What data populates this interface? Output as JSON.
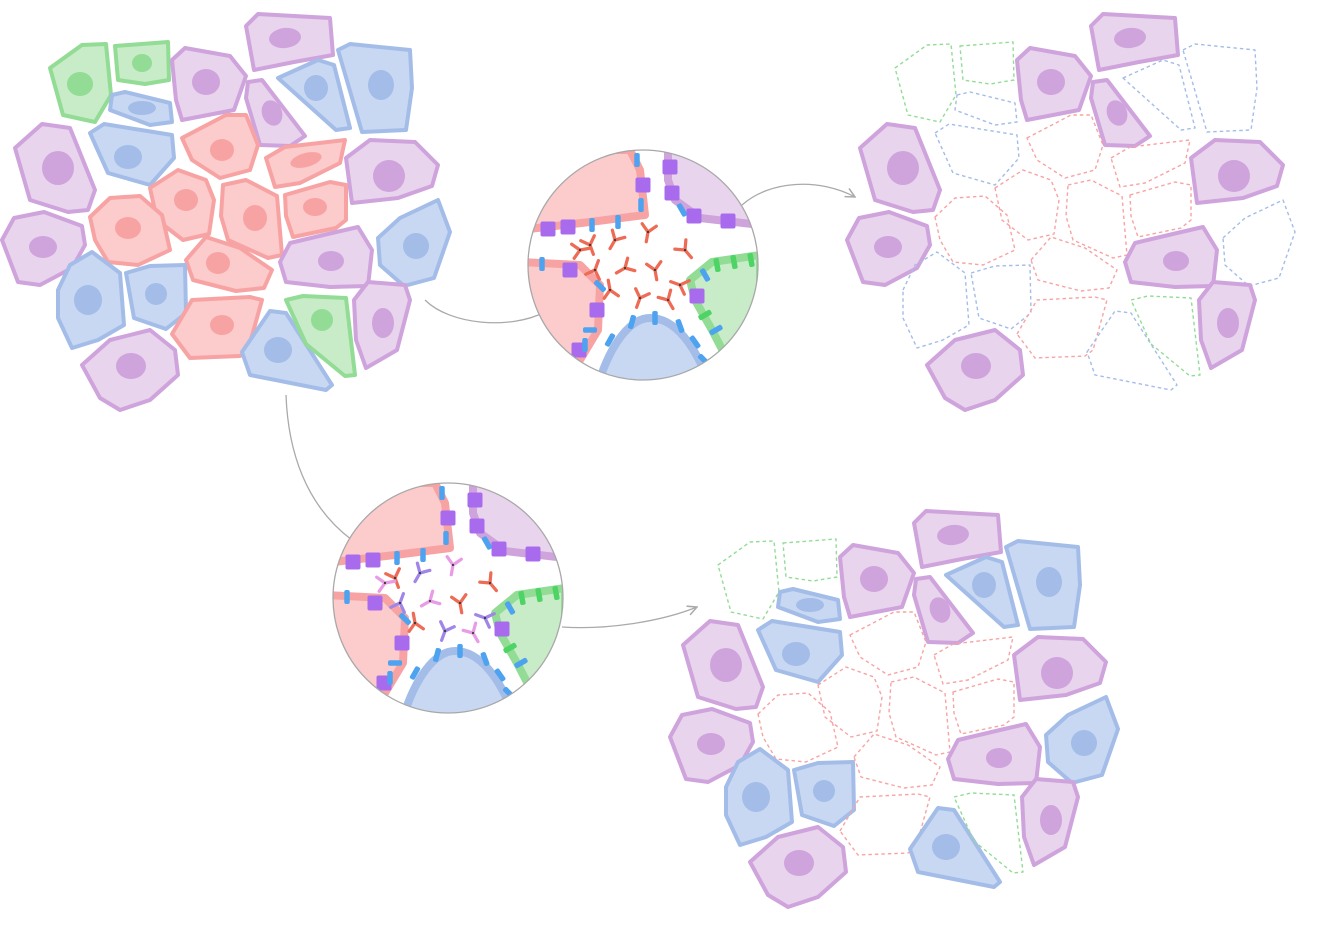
{
  "palette": {
    "purple": {
      "fill": "#e8d4ec",
      "stroke": "#cfa3dc",
      "nucleus": "#cfa3dc"
    },
    "blue": {
      "fill": "#c8d8f2",
      "stroke": "#a3bde8",
      "nucleus": "#a3bde8"
    },
    "red": {
      "fill": "#fccbcb",
      "stroke": "#f8a3a3",
      "nucleus": "#f8a3a3"
    },
    "green": {
      "fill": "#c8ecc8",
      "stroke": "#92dc95",
      "nucleus": "#92dc95"
    },
    "receptor_blue": "#4da3f0",
    "receptor_purple": "#a86bee",
    "receptor_green": "#4dd465",
    "antibody_red": "#ee6b55",
    "antibody_violet": "#9f86e8",
    "antibody_pink": "#e89ce6",
    "connector": "#aaaaaa",
    "zoom_border": "#a8a8a8"
  },
  "icons": {
    "cell": "epithelial-cell-icon",
    "nucleus": "nucleus-icon",
    "ghost_cell": "depleted-cell-outline-icon",
    "antibody": "y-shaped-antibody-icon",
    "receptor": "membrane-receptor-icon"
  },
  "panels": [
    {
      "name": "mixed-tissue",
      "shows": [
        "purple",
        "blue",
        "red",
        "green"
      ]
    },
    {
      "name": "zoom-top",
      "antibodies": [
        "antibody_red"
      ]
    },
    {
      "name": "result-top",
      "retained": [
        "purple"
      ],
      "depleted": [
        "blue",
        "red",
        "green"
      ]
    },
    {
      "name": "zoom-bottom",
      "antibodies": [
        "antibody_red",
        "antibody_violet",
        "antibody_pink"
      ]
    },
    {
      "name": "result-bottom",
      "retained": [
        "purple",
        "blue"
      ],
      "depleted": [
        "red",
        "green"
      ]
    }
  ]
}
